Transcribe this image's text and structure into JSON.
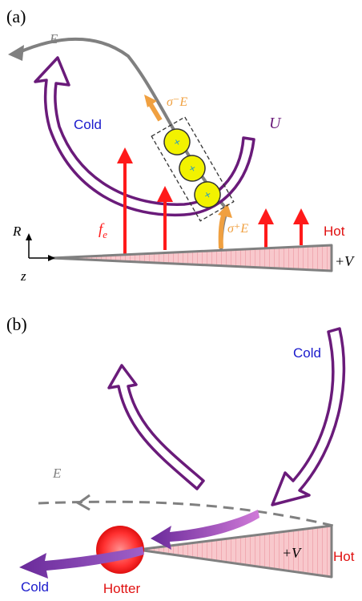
{
  "panel_a": {
    "label": "(a)",
    "field_label": "E",
    "sigma_minus_label": "σ⁻E",
    "sigma_plus_label": "σ⁺E",
    "flow_label": "U",
    "cold_label": "Cold",
    "hot_label": "Hot",
    "force_label": "f",
    "force_subscript": "e",
    "axis_r_label": "R",
    "axis_z_label": "z",
    "voltage_label": "+V",
    "particle_sign": "+",
    "particle_count": 3,
    "force_arrow_count": 4
  },
  "panel_b": {
    "label": "(b)",
    "field_label": "E",
    "cold_top_label": "Cold",
    "cold_bottom_label": "Cold",
    "hot_label": "Hot",
    "hotter_label": "Hotter",
    "voltage_label": "+V"
  },
  "colors": {
    "field_line": "#808080",
    "charge_arrow": "#f0a040",
    "flow_purple": "#6a1b7a",
    "force_red": "#ff1a1a",
    "electrode_pink": "#f8c8cc",
    "electrode_edge": "#808080",
    "particle_yellow": "#f2f200",
    "cold_blue": "#1a1acc",
    "hot_red": "#e01010",
    "jet_purple": "#7a3aa8"
  }
}
